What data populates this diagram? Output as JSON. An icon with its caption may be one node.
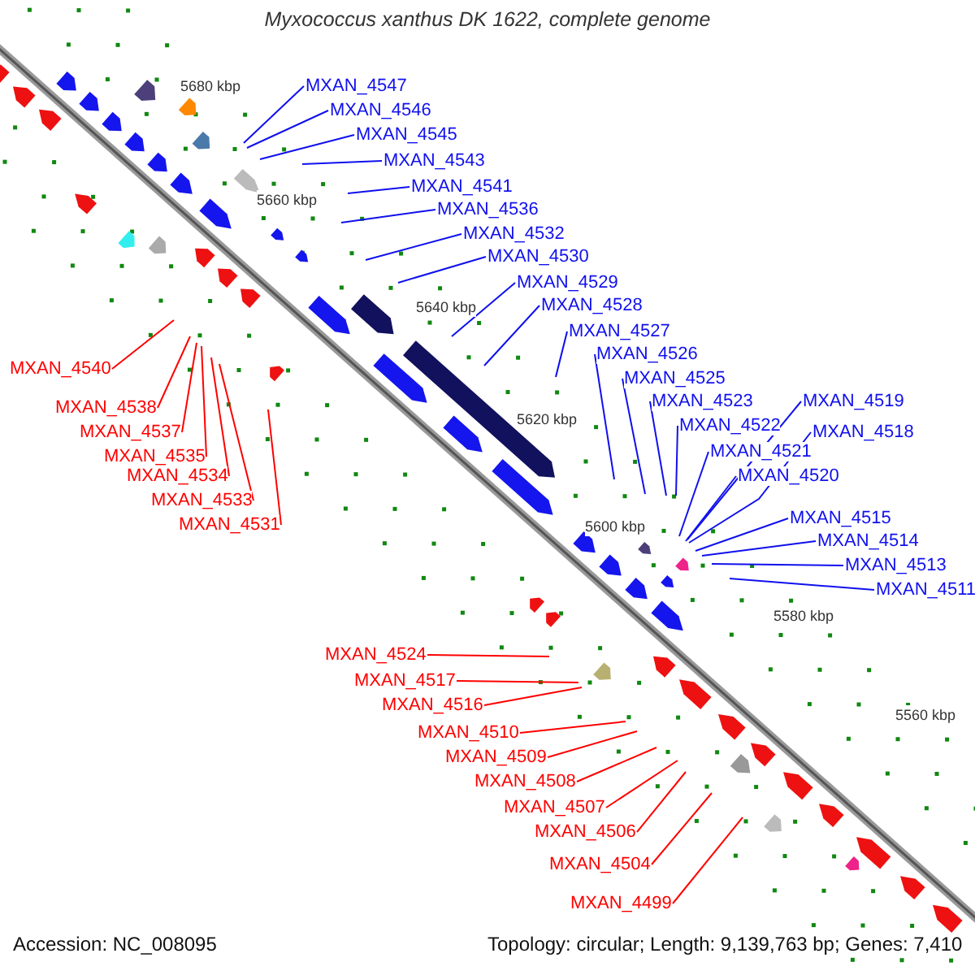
{
  "diagram": {
    "title": "Myxococcus xanthus DK 1622, complete genome",
    "nodes": [
      {
        "text": [
          "MXAN_4547"
        ]
      },
      {
        "text": [
          "MXAN_4546"
        ]
      },
      {
        "text": [
          "MXAN_4545"
        ]
      },
      {
        "text": [
          "MXAN_4543"
        ]
      },
      {
        "text": [
          "MXAN_4541"
        ]
      },
      {
        "text": [
          "MXAN_4536"
        ]
      },
      {
        "text": [
          "MXAN_4532"
        ]
      },
      {
        "text": [
          "MXAN_4530"
        ]
      },
      {
        "text": [
          "MXAN_4529"
        ]
      },
      {
        "text": [
          "MXAN_4528"
        ]
      },
      {
        "text": [
          "MXAN_4527"
        ]
      },
      {
        "text": [
          "MXAN_4526"
        ]
      },
      {
        "text": [
          "MXAN_4525"
        ]
      },
      {
        "text": [
          "MXAN_4523"
        ]
      },
      {
        "text": [
          "MXAN_4522"
        ]
      },
      {
        "text": [
          "MXAN_4521"
        ]
      },
      {
        "text": [
          "MXAN_4520"
        ]
      },
      {
        "text": [
          "MXAN_4519"
        ]
      },
      {
        "text": [
          "MXAN_4518"
        ]
      },
      {
        "text": [
          "MXAN_4515"
        ]
      },
      {
        "text": [
          "MXAN_4514"
        ]
      },
      {
        "text": [
          "MXAN_4513"
        ]
      },
      {
        "text": [
          "MXAN_4511"
        ]
      },
      {
        "text": [
          "MXAN_4540"
        ]
      },
      {
        "text": [
          "MXAN_4538"
        ]
      },
      {
        "text": [
          "MXAN_4537"
        ]
      },
      {
        "text": [
          "MXAN_4535"
        ]
      },
      {
        "text": [
          "MXAN_4534"
        ]
      },
      {
        "text": [
          "MXAN_4533"
        ]
      },
      {
        "text": [
          "MXAN_4531"
        ]
      },
      {
        "text": [
          "MXAN_4524"
        ]
      },
      {
        "text": [
          "MXAN_4517"
        ]
      },
      {
        "text": [
          "MXAN_4516"
        ]
      },
      {
        "text": [
          "MXAN_4510"
        ]
      },
      {
        "text": [
          "MXAN_4509"
        ]
      },
      {
        "text": [
          "MXAN_4508"
        ]
      },
      {
        "text": [
          "MXAN_4507"
        ]
      },
      {
        "text": [
          "MXAN_4506"
        ]
      },
      {
        "text": [
          "MXAN_4504"
        ]
      },
      {
        "text": [
          "MXAN_4499"
        ]
      }
    ],
    "edges": [
      {
        "from": 0,
        "to": null,
        "arrow": "none"
      },
      {
        "from": 1,
        "to": null,
        "arrow": "none"
      },
      {
        "from": 2,
        "to": null,
        "arrow": "none"
      },
      {
        "from": 3,
        "to": null,
        "arrow": "none"
      },
      {
        "from": 4,
        "to": null,
        "arrow": "none"
      },
      {
        "from": 5,
        "to": null,
        "arrow": "none"
      },
      {
        "from": 6,
        "to": null,
        "arrow": "none"
      },
      {
        "from": 7,
        "to": null,
        "arrow": "none"
      },
      {
        "from": 8,
        "to": null,
        "arrow": "none"
      },
      {
        "from": 9,
        "to": null,
        "arrow": "none"
      },
      {
        "from": 10,
        "to": null,
        "arrow": "none"
      },
      {
        "from": 11,
        "to": null,
        "arrow": "none"
      },
      {
        "from": 12,
        "to": null,
        "arrow": "none"
      },
      {
        "from": 13,
        "to": null,
        "arrow": "none"
      },
      {
        "from": 14,
        "to": null,
        "arrow": "none"
      },
      {
        "from": 15,
        "to": null,
        "arrow": "none"
      },
      {
        "from": 16,
        "to": null,
        "arrow": "none"
      },
      {
        "from": 17,
        "to": null,
        "arrow": "none"
      },
      {
        "from": 18,
        "to": null,
        "arrow": "none"
      },
      {
        "from": 19,
        "to": null,
        "arrow": "none"
      },
      {
        "from": 20,
        "to": null,
        "arrow": "none"
      },
      {
        "from": 21,
        "to": null,
        "arrow": "none"
      },
      {
        "from": 22,
        "to": null,
        "arrow": "none"
      },
      {
        "from": 23,
        "to": null,
        "arrow": "none",
        "color": "#ff0000"
      },
      {
        "from": 24,
        "to": null,
        "arrow": "none",
        "color": "#ff0000"
      },
      {
        "from": 25,
        "to": null,
        "arrow": "none",
        "color": "#ff0000"
      },
      {
        "from": 26,
        "to": null,
        "arrow": "none",
        "color": "#ff0000"
      },
      {
        "from": 27,
        "to": null,
        "arrow": "none",
        "color": "#ff0000"
      },
      {
        "from": 28,
        "to": null,
        "arrow": "none",
        "color": "#ff0000"
      },
      {
        "from": 29,
        "to": null,
        "arrow": "none",
        "color": "#ff0000"
      },
      {
        "from": 30,
        "to": null,
        "arrow": "none",
        "color": "#ff0000"
      },
      {
        "from": 31,
        "to": null,
        "arrow": "none",
        "color": "#ff0000"
      },
      {
        "from": 32,
        "to": null,
        "arrow": "none",
        "color": "#ff0000"
      },
      {
        "from": 33,
        "to": null,
        "arrow": "none",
        "color": "#ff0000"
      },
      {
        "from": 34,
        "to": null,
        "arrow": "none",
        "color": "#ff0000"
      },
      {
        "from": 35,
        "to": null,
        "arrow": "none",
        "color": "#ff0000"
      },
      {
        "from": 36,
        "to": null,
        "arrow": "none",
        "color": "#ff0000"
      },
      {
        "from": 37,
        "to": null,
        "arrow": "none",
        "color": "#ff0000"
      },
      {
        "from": 38,
        "to": null,
        "arrow": "none",
        "color": "#ff0000"
      },
      {
        "from": 39,
        "to": null,
        "arrow": "none",
        "color": "#ff0000"
      }
    ],
    "labels": [
      "5680 kbp",
      "5660 kbp",
      "5640 kbp",
      "5620 kbp",
      "5600 kbp",
      "5580 kbp",
      "5560 kbp",
      "Accession: NC_008095",
      "Topology: circular; Length: 9,139,763 bp; Genes: 7,410"
    ]
  }
}
